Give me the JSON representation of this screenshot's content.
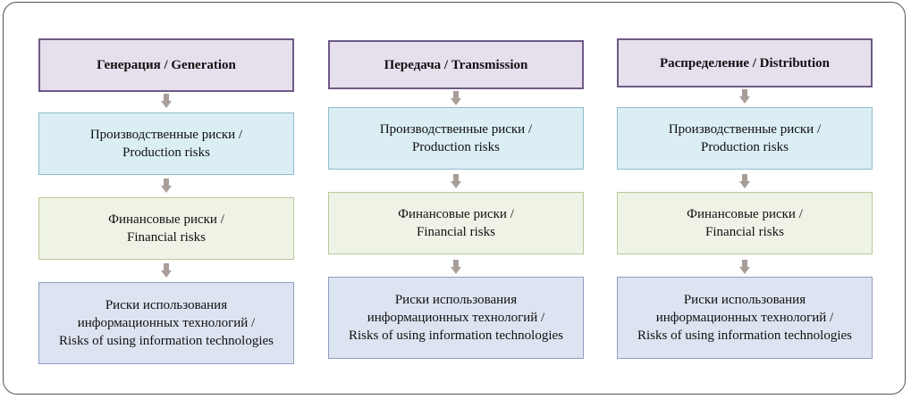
{
  "columns": [
    {
      "header": "Генерация / Generation",
      "production": "Производственные риски /\nProduction risks",
      "financial": "Финансовые риски /\nFinancial risks",
      "it": "Риски использования\nинформационных технологий /\nRisks of using information technologies"
    },
    {
      "header": "Передача / Transmission",
      "production": "Производственные риски /\nProduction risks",
      "financial": "Финансовые риски /\nFinancial risks",
      "it": "Риски использования\nинформационных технологий /\nRisks of using information technologies"
    },
    {
      "header": "Распределение / Distribution",
      "production": "Производственные риски /\nProduction risks",
      "financial": "Финансовые риски /\nFinancial risks",
      "it": "Риски использования\nинформационных технологий /\nRisks of using information technologies"
    }
  ],
  "colors": {
    "header_fill": "#e6dfec",
    "header_border": "#6e5a86",
    "production_fill": "#dbeef4",
    "financial_fill": "#eef3e6",
    "it_fill": "#dde4f1",
    "arrow": "#a89d98"
  }
}
